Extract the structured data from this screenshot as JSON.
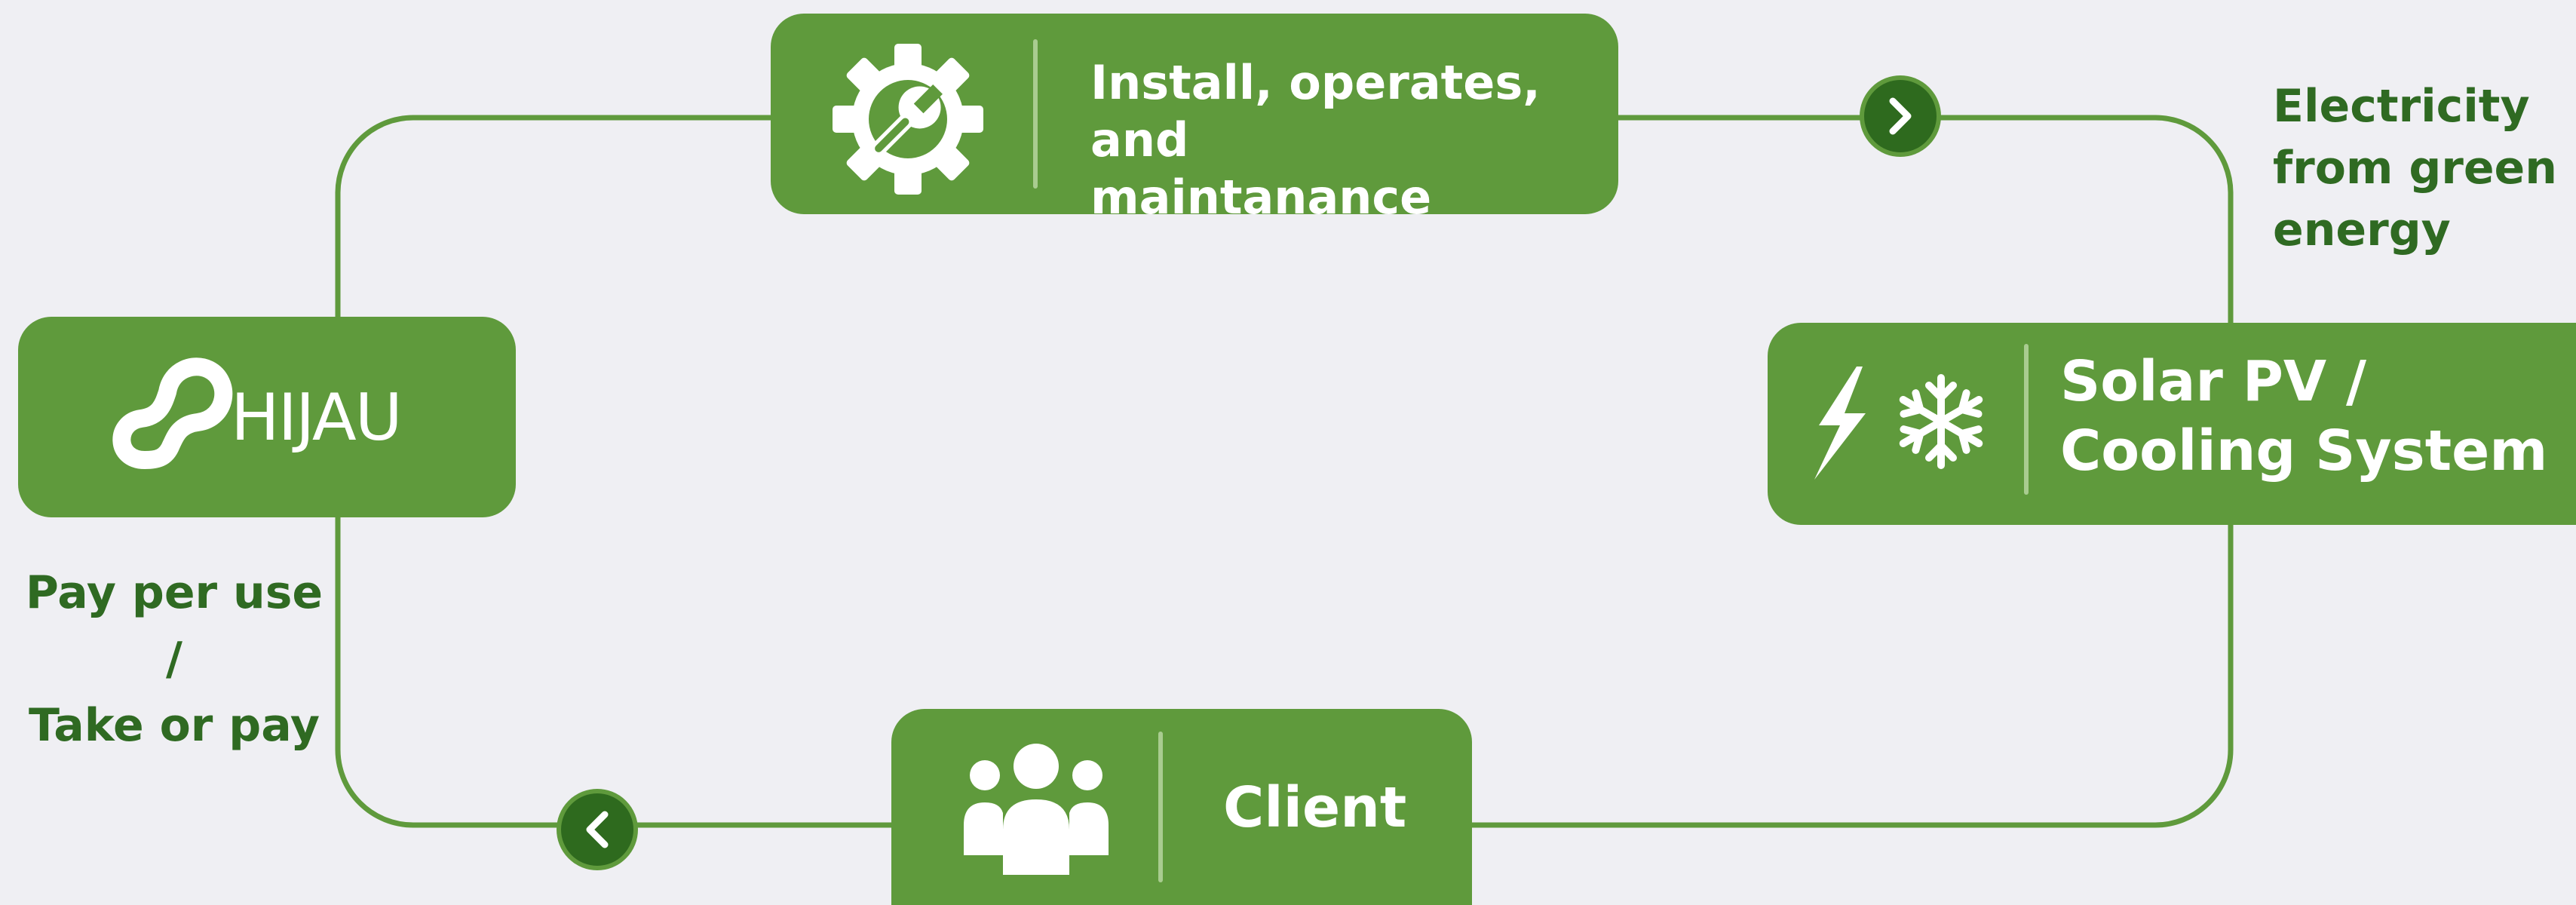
{
  "colors": {
    "background": "#efeff3",
    "box_fill": "#5f9a3c",
    "connector": "#5f9a3c",
    "arrow_fill": "#2e6a1e",
    "side_text": "#2f6a22"
  },
  "brand": {
    "logo_text": "HIJAU",
    "logo_icon": "loop-logo-icon"
  },
  "nodes": {
    "install": {
      "icon": "gear-wrench-icon",
      "line1": "Install, operates, and",
      "line2": "maintanance"
    },
    "solar": {
      "icons": [
        "lightning-icon",
        "snowflake-icon"
      ],
      "line1": "Solar PV /",
      "line2": "Cooling System"
    },
    "client": {
      "icon": "users-group-icon",
      "label": "Client"
    }
  },
  "edge_labels": {
    "right": {
      "line1": "Electricity",
      "line2": "from green",
      "line3": "energy"
    },
    "left": {
      "line1": "Pay per use /",
      "line2": "Take or pay"
    }
  },
  "flow_arrows": [
    {
      "name": "chevron-right-icon"
    },
    {
      "name": "chevron-left-icon"
    }
  ]
}
